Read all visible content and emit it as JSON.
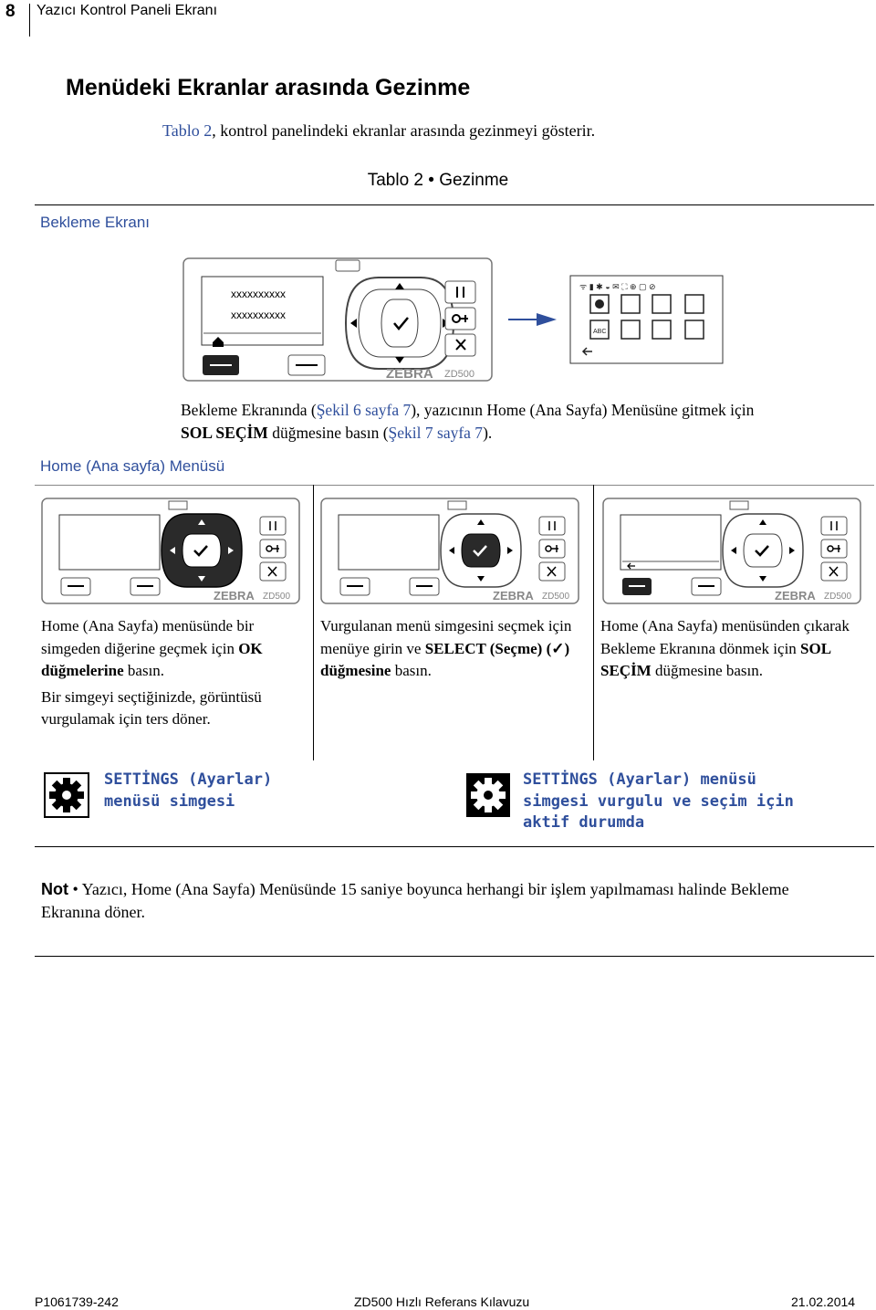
{
  "header": {
    "page_number": "8",
    "section_title": "Yazıcı Kontrol Paneli Ekranı"
  },
  "heading": "Menüdeki Ekranlar arasında Gezinme",
  "intro": {
    "link": "Tablo 2",
    "rest": ", kontrol panelindeki ekranlar arasında gezinmeyi gösterir."
  },
  "table": {
    "caption": "Tablo 2 • Gezinme",
    "row1": {
      "label": "Bekleme Ekranı",
      "screen_line1": "xxxxxxxxxx",
      "screen_line2": "xxxxxxxxxx",
      "model": "ZD500",
      "brand": "ZEBRA",
      "text_pre": "Bekleme Ekranında (",
      "link1": "Şekil 6 sayfa 7",
      "text_mid1": "), yazıcının Home (Ana Sayfa) Menüsüne gitmek için ",
      "bold1": "SOL SEÇİM",
      "text_mid2": " düğmesine basın (",
      "link2": "Şekil 7 sayfa 7",
      "text_end": ")."
    },
    "row2": {
      "label": "Home (Ana sayfa) Menüsü",
      "col1": {
        "p1_pre": "Home (Ana Sayfa) menüsünde bir simgeden diğerine geçmek için ",
        "p1_bold": "OK düğmelerine",
        "p1_post": " basın.",
        "p2": "Bir simgeyi seçtiğinizde, görüntüsü vurgulamak için ters döner."
      },
      "col2": {
        "pre": "Vurgulanan menü simgesini seçmek için menüye girin ve ",
        "bold1": "SELECT (Seçme) (",
        "check": "✓",
        "bold2": ") düğmesine",
        "post": " basın."
      },
      "col3": {
        "pre": "Home (Ana Sayfa) menüsünden çıkarak Bekleme Ekranına dönmek için ",
        "bold": "SOL SEÇİM",
        "post": " düğmesine basın."
      },
      "icon1_caption": "SETTİNGS (Ayarlar) menüsü simgesi",
      "icon2_caption": "SETTİNGS (Ayarlar) menüsü simgesi vurgulu ve seçim için aktif durumda"
    }
  },
  "note": {
    "label": "Not",
    "bullet": "•",
    "text": "Yazıcı, Home (Ana Sayfa) Menüsünde 15 saniye boyunca herhangi bir işlem yapılmaması halinde Bekleme Ekranına döner."
  },
  "footer": {
    "doc_number": "P1061739-242",
    "title": "ZD500 Hızlı Referans Kılavuzu",
    "date": "21.02.2014"
  }
}
